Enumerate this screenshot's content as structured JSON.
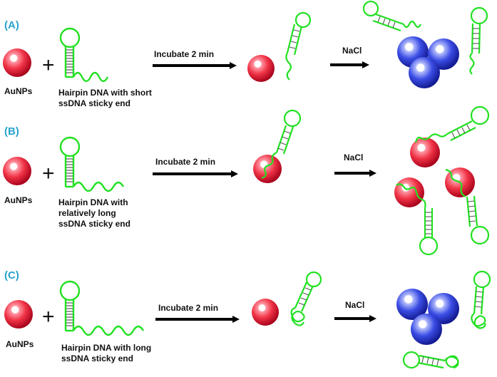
{
  "colors": {
    "dna": "#22e022",
    "label": "#2aa3cc",
    "gold_np": "#e8283a",
    "aggregated_np": "#2a3ad6",
    "arrow": "#000000"
  },
  "panels": [
    {
      "label": "(A)",
      "particle_label": "AuNPs",
      "dna_caption": [
        "Hairpin DNA with short",
        "ssDNA sticky end"
      ],
      "step1": "Incubate 2 min",
      "step2": "NaCl",
      "sticky_end": "short",
      "outcome": "aggregated"
    },
    {
      "label": "(B)",
      "particle_label": "AuNPs",
      "dna_caption": [
        "Hairpin DNA with",
        "relatively long",
        "ssDNA sticky end"
      ],
      "step1": "Incubate 2 min",
      "step2": "NaCl",
      "sticky_end": "relatively long",
      "outcome": "dispersed"
    },
    {
      "label": "(C)",
      "particle_label": "AuNPs",
      "dna_caption": [
        "Hairpin DNA with long",
        "ssDNA sticky end"
      ],
      "step1": "Incubate 2 min",
      "step2": "NaCl",
      "sticky_end": "long",
      "outcome": "aggregated"
    }
  ],
  "plus_sign": "+"
}
